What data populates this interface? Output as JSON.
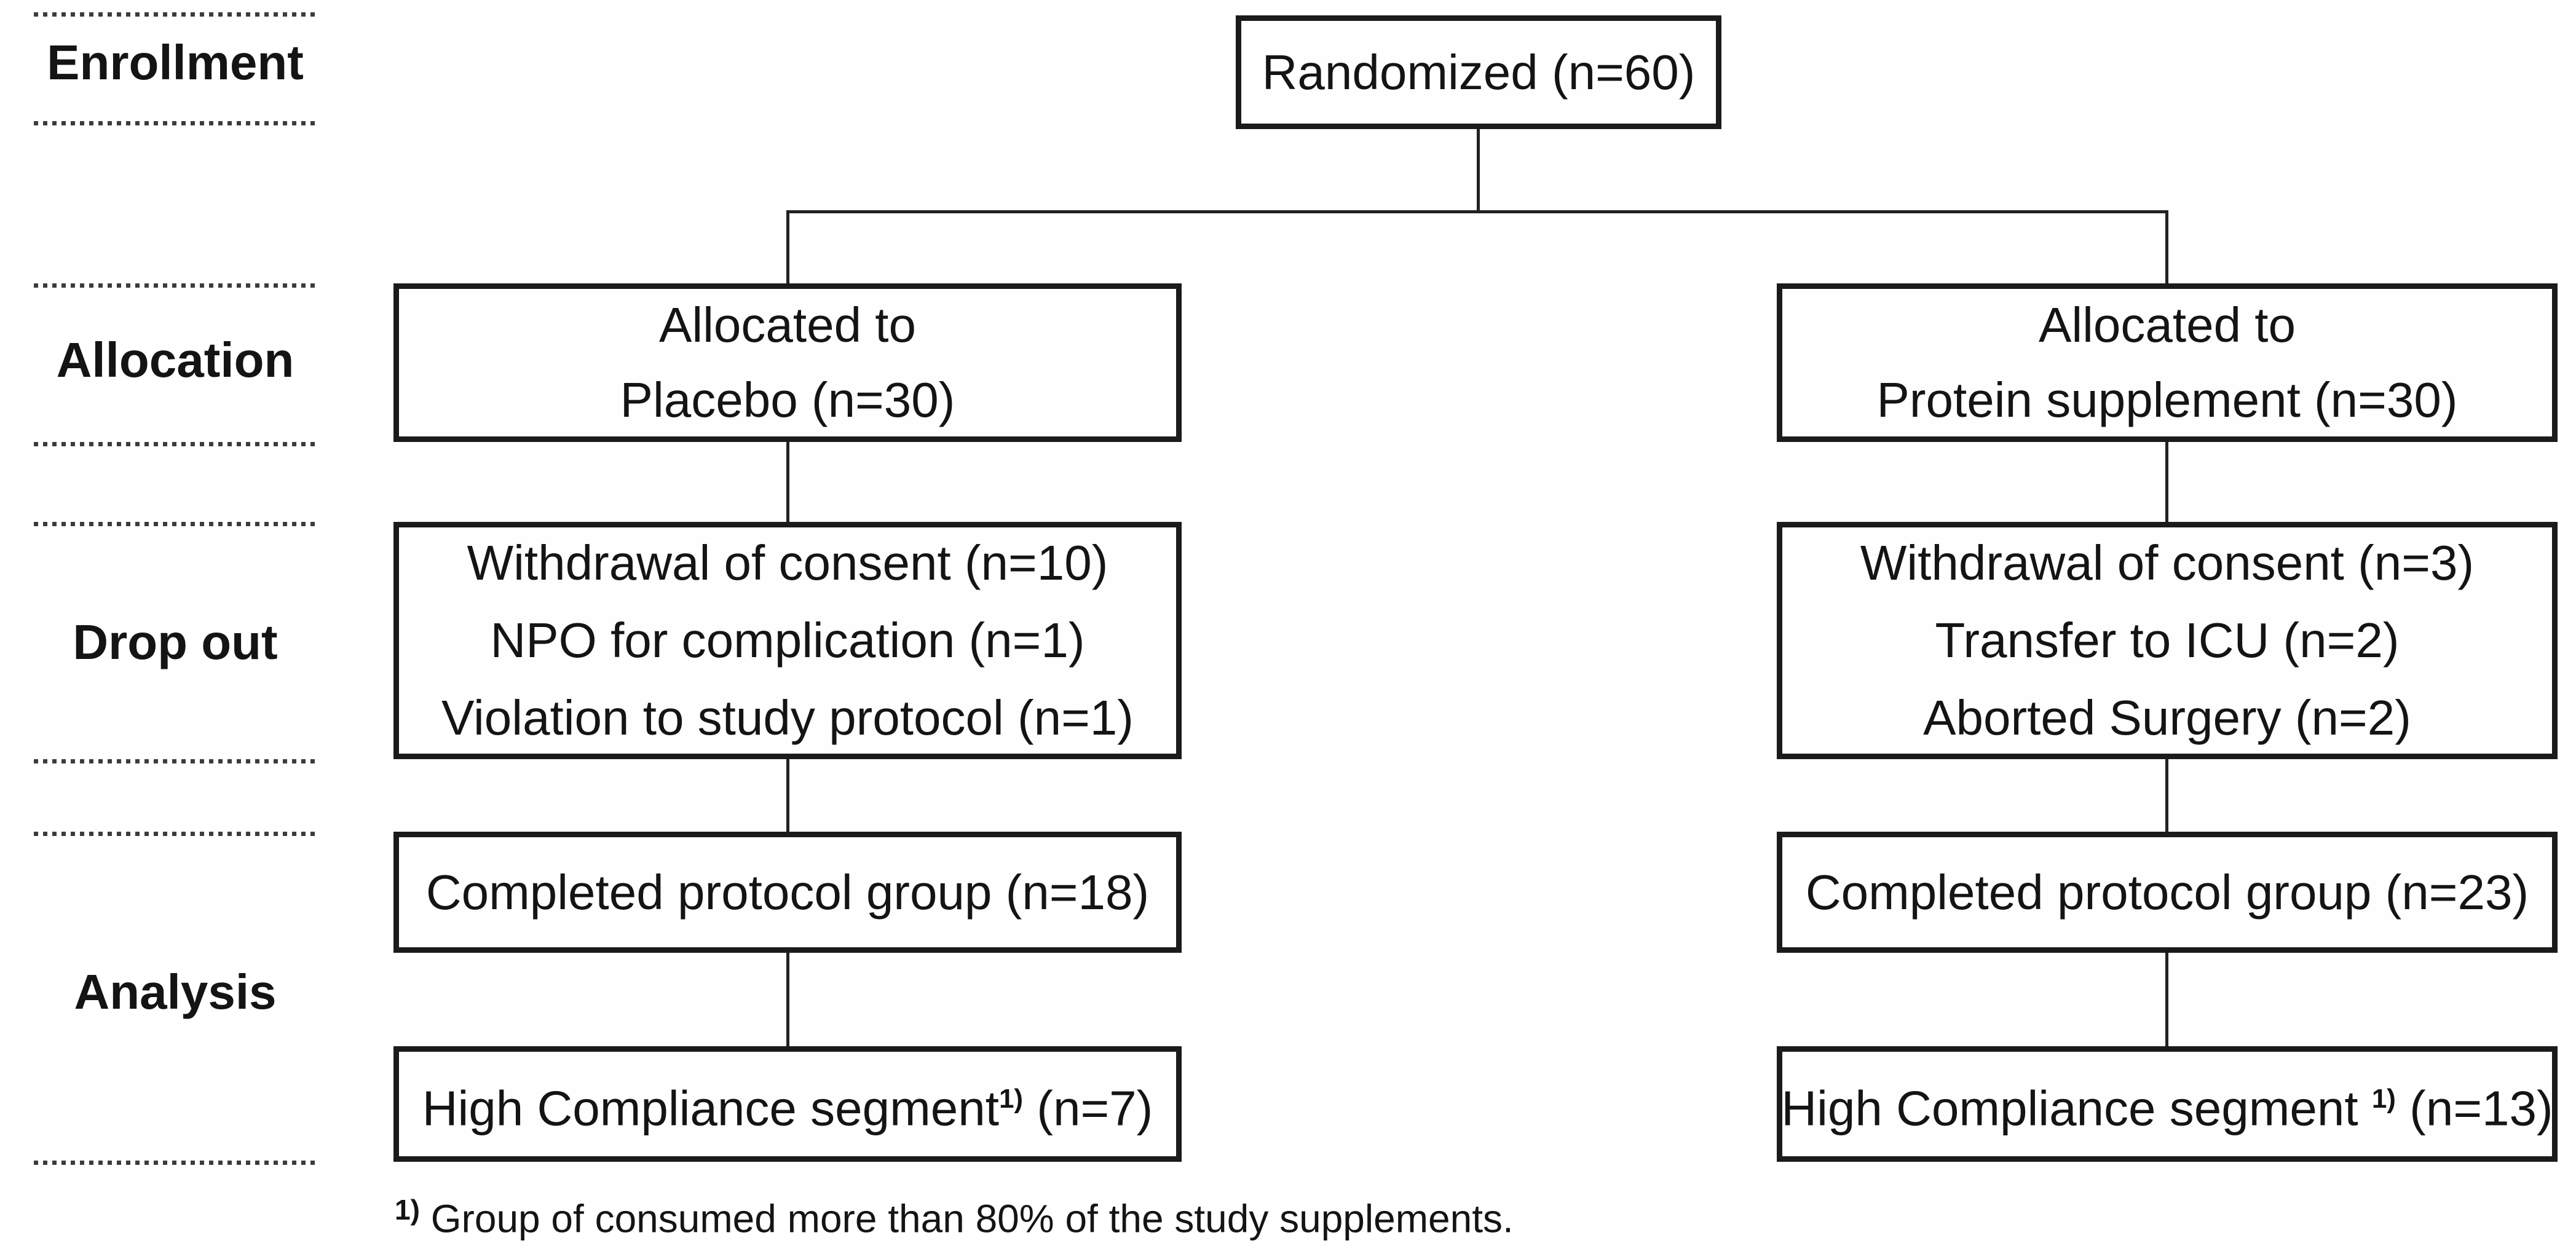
{
  "colors": {
    "background": "#ffffff",
    "box_border": "#1b1b1b",
    "connector": "#222222",
    "text": "#141414"
  },
  "stages": [
    {
      "label": "Enrollment"
    },
    {
      "label": "Allocation"
    },
    {
      "label": "Drop out"
    },
    {
      "label": "Analysis"
    }
  ],
  "nodes": {
    "randomized": {
      "text": "Randomized (n=60)"
    },
    "alloc_left": {
      "line1": "Allocated to",
      "line2": "Placebo (n=30)"
    },
    "alloc_right": {
      "line1": "Allocated to",
      "line2": "Protein supplement (n=30)"
    },
    "dropout_left": {
      "lines": [
        "Withdrawal of consent (n=10)",
        "NPO for complication (n=1)",
        "Violation to study protocol (n=1)"
      ]
    },
    "dropout_right": {
      "lines": [
        "Withdrawal of consent (n=3)",
        "Transfer to ICU (n=2)",
        "Aborted Surgery (n=2)"
      ]
    },
    "completed_left": {
      "text": "Completed protocol group (n=18)"
    },
    "completed_right": {
      "text": "Completed protocol group (n=23)"
    },
    "high_left": {
      "prefix": "High Compliance segment",
      "sup": "1)",
      "suffix": " (n=7)"
    },
    "high_right": {
      "prefix": "High Compliance segment ",
      "sup": "1)",
      "suffix": " (n=13)"
    }
  },
  "footnote": {
    "marker": "1)",
    "text": " Group of consumed more than 80% of the study supplements."
  }
}
